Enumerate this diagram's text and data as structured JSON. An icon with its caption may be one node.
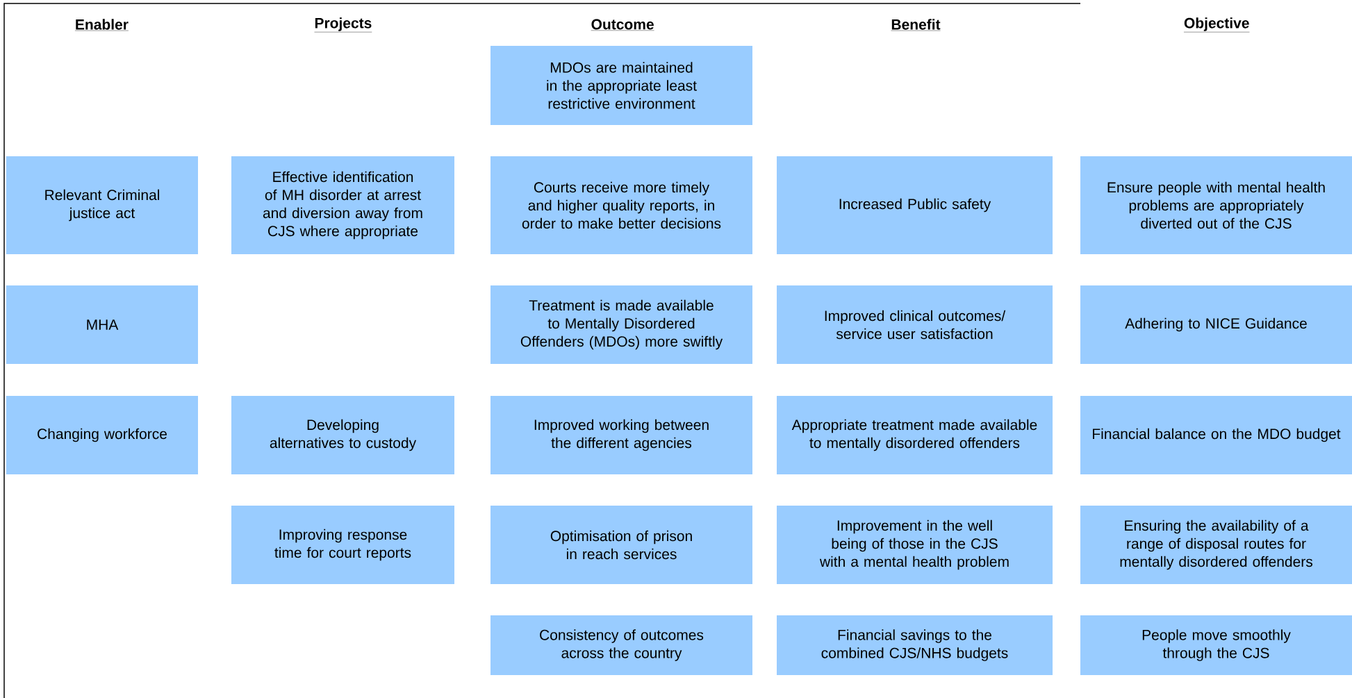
{
  "diagram": {
    "nodes": [
      {
        "text": [
          "MDOs are maintained in the appropriate least restrictive environment"
        ]
      },
      {
        "text": [
          "Relevant Criminal justice act"
        ]
      },
      {
        "text": [
          "Effective identification of MH disorder at arrest and diversion away from CJS where appropriate"
        ]
      },
      {
        "text": [
          "Courts receive more timely and higher quality reports, in order to make better decisions"
        ]
      },
      {
        "text": [
          "Increased Public safety"
        ]
      },
      {
        "text": [
          "Ensure people with mental health problems are appropriately diverted out of the CJS"
        ]
      },
      {
        "text": [
          "MHA"
        ]
      },
      {
        "text": [
          "Treatment is made available to Mentally Disordered Offenders (MDOs) more swiftly"
        ]
      },
      {
        "text": [
          "Improved clinical outcomes/ service user satisfaction"
        ]
      },
      {
        "text": [
          "Adhering to NICE Guidance"
        ]
      },
      {
        "text": [
          "Changing workforce"
        ]
      },
      {
        "text": [
          "Developing alternatives to custody"
        ]
      },
      {
        "text": [
          "Improved working between the different agencies"
        ]
      },
      {
        "text": [
          "Appropriate treatment made available to mentally disordered offenders"
        ]
      },
      {
        "text": [
          "Financial balance on the MDO budget"
        ]
      },
      {
        "text": [
          "Improving response time for court reports"
        ]
      },
      {
        "text": [
          "Optimisation of prison in reach services"
        ]
      },
      {
        "text": [
          "Improvement in the well being of those in the CJS with a mental health problem"
        ]
      },
      {
        "text": [
          "Ensuring the availability of a range of disposal routes for mentally disordered offenders"
        ]
      },
      {
        "text": [
          "Consistency of outcomes across the country"
        ]
      },
      {
        "text": [
          "Financial savings to the combined CJS/NHS budgets"
        ]
      },
      {
        "text": [
          "People move smoothly through the CJS"
        ]
      }
    ],
    "labels": [
      "Enabler",
      "Projects",
      "Outcome",
      "Benefit",
      "Objective"
    ]
  }
}
